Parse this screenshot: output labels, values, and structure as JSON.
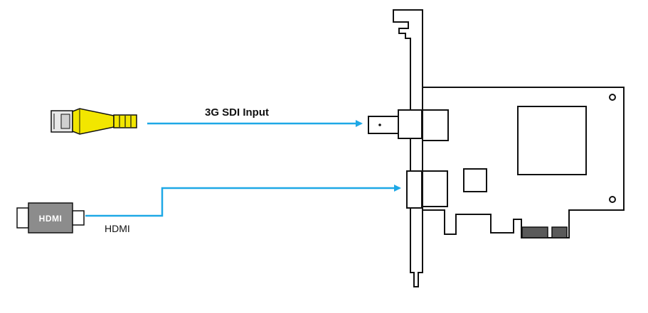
{
  "labels": {
    "sdi_input": "3G SDI Input",
    "hdmi_input": "HDMI",
    "hdmi_connector_logo": "HDMI"
  },
  "colors": {
    "arrow": "#1EA8E6",
    "bnc_yellow": "#F2E600",
    "hdmi_body": "#8C8C8C",
    "outline": "#111111"
  },
  "icons": [
    "bnc-connector-icon",
    "hdmi-connector-icon",
    "capture-card-icon",
    "arrow-icon"
  ]
}
